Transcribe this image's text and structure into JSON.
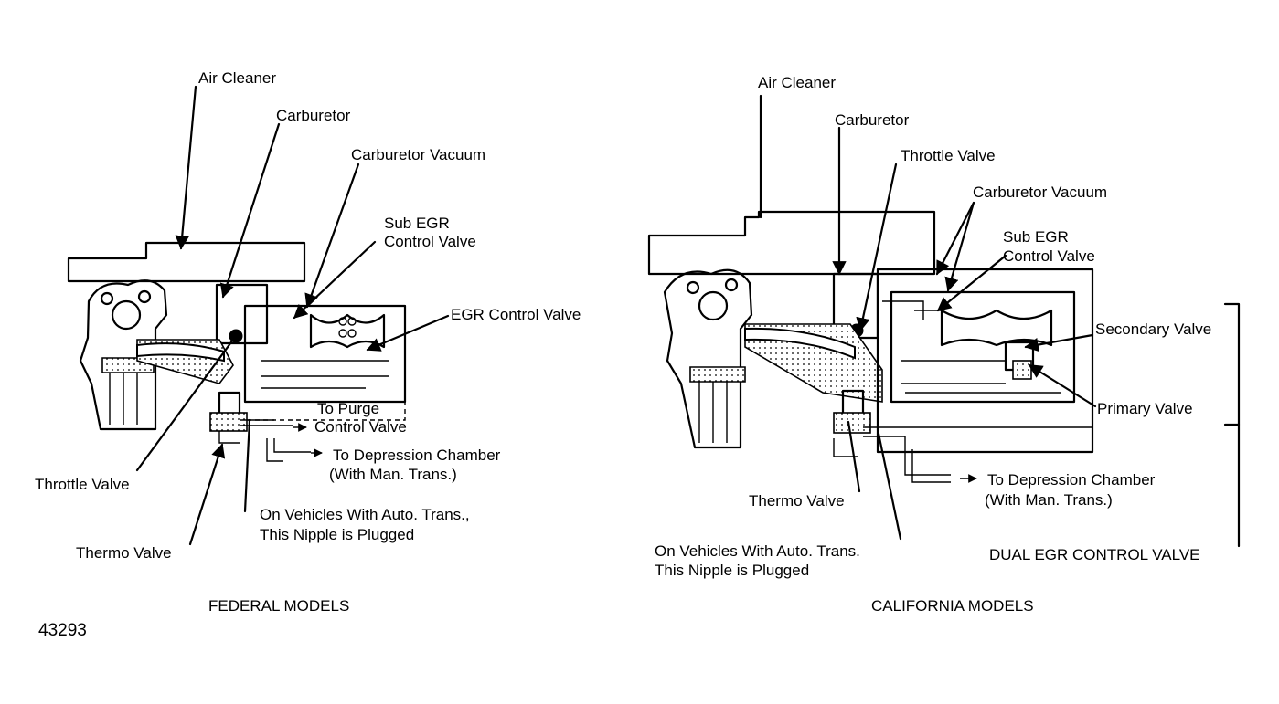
{
  "federal": {
    "caption": "FEDERAL MODELS",
    "labels": {
      "air_cleaner": "Air Cleaner",
      "carburetor": "Carburetor",
      "carb_vacuum": "Carburetor Vacuum",
      "sub_egr_1": "Sub EGR",
      "sub_egr_2": "Control Valve",
      "egr_control": "EGR Control Valve",
      "purge_1": "To Purge",
      "purge_2": "Control Valve",
      "depression_1": "To Depression Chamber",
      "depression_2": "(With Man. Trans.)",
      "throttle": "Throttle Valve",
      "auto_trans_1": "On Vehicles With Auto. Trans.,",
      "auto_trans_2": "This Nipple is Plugged",
      "thermo": "Thermo Valve"
    }
  },
  "california": {
    "caption": "CALIFORNIA MODELS",
    "labels": {
      "air_cleaner": "Air Cleaner",
      "carburetor": "Carburetor",
      "throttle": "Throttle Valve",
      "carb_vacuum": "Carburetor Vacuum",
      "sub_egr_1": "Sub EGR",
      "sub_egr_2": "Control Valve",
      "secondary": "Secondary Valve",
      "primary": "Primary Valve",
      "depression_1": "To Depression Chamber",
      "depression_2": "(With Man. Trans.)",
      "thermo": "Thermo Valve",
      "auto_trans_1": "On Vehicles With Auto. Trans.",
      "auto_trans_2": "This Nipple is Plugged",
      "dual_egr": "DUAL EGR CONTROL VALVE"
    }
  },
  "figure_number": "43293"
}
